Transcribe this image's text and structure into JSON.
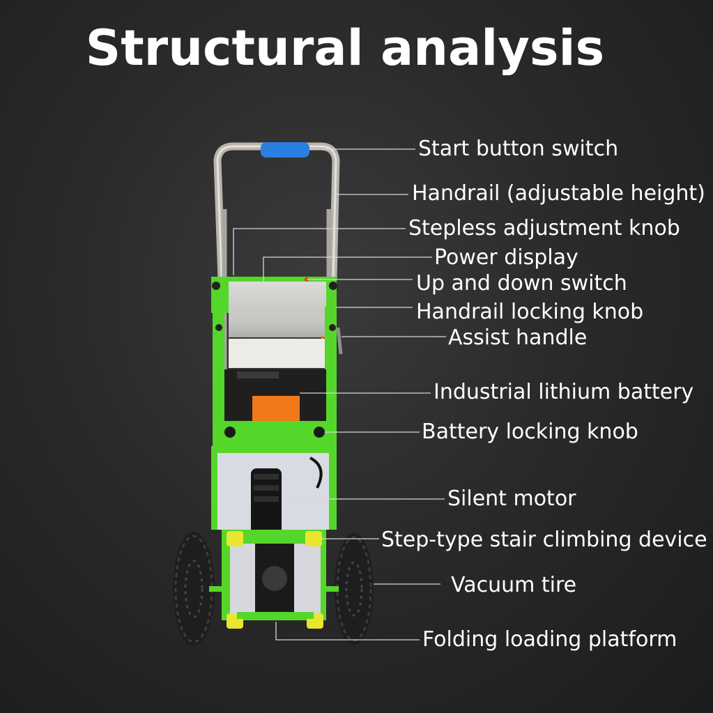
{
  "title": "Structural analysis",
  "labels": [
    "Start button switch",
    "Handrail (adjustable height)",
    "Stepless adjustment knob",
    "Power display",
    "Up and down switch",
    "Handrail locking knob",
    "Assist handle",
    "Industrial lithium battery",
    "Battery locking knob",
    "Silent motor",
    "Step-type stair climbing device",
    "Vacuum tire",
    "Folding loading platform"
  ],
  "colors": {
    "frame_green": "#55d62a",
    "handle_blue": "#2a7fe0",
    "leader_line": "#d8d8d8",
    "tire": "#1e1e1e",
    "roller_yellow": "#e8e630"
  }
}
